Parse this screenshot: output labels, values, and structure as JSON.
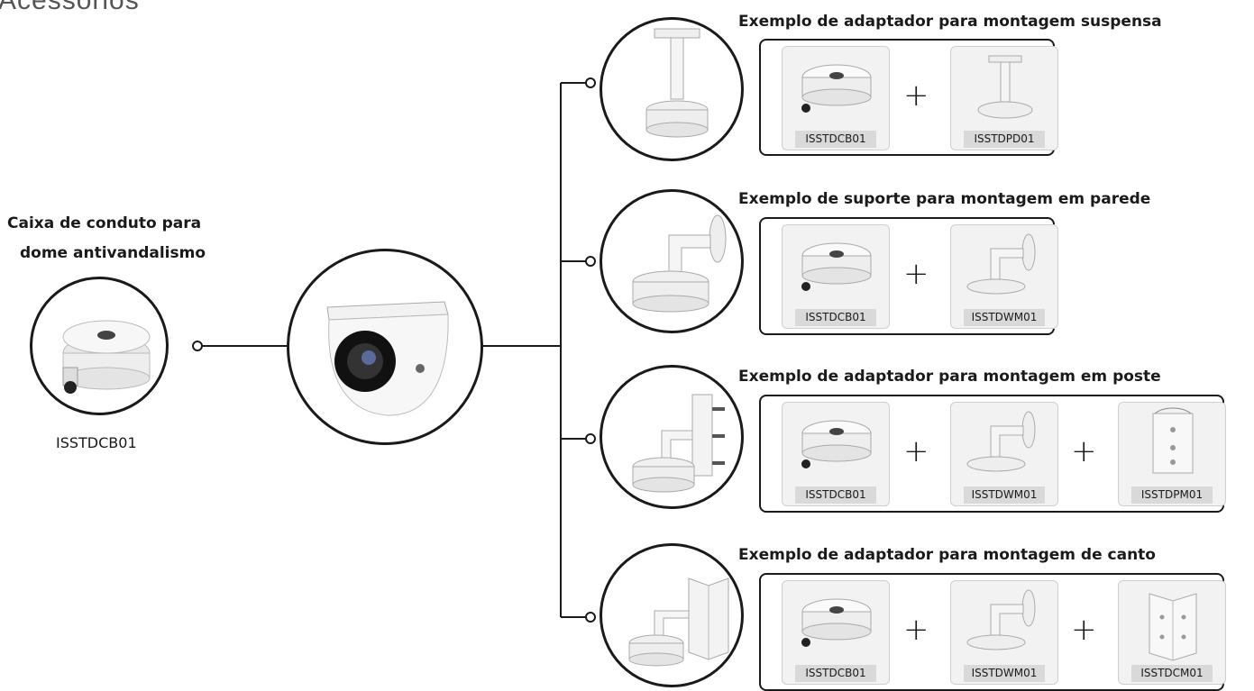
{
  "title": "Acessórios",
  "left_caption": [
    "Caixa de conduto para",
    "dome antivandalismo"
  ],
  "left_code": "ISSTDCB01",
  "plus": "+",
  "rows": [
    {
      "caption": "Exemplo de adaptador para montagem suspensa",
      "codes": [
        "ISSTDCB01",
        "ISSTDPD01"
      ]
    },
    {
      "caption": "Exemplo de suporte para montagem em parede",
      "codes": [
        "ISSTDCB01",
        "ISSTDWM01"
      ]
    },
    {
      "caption": "Exemplo de adaptador para montagem em poste",
      "codes": [
        "ISSTDCB01",
        "ISSTDWM01",
        "ISSTDPM01"
      ]
    },
    {
      "caption": "Exemplo de adaptador para montagem de canto",
      "codes": [
        "ISSTDCB01",
        "ISSTDWM01",
        "ISSTDCM01"
      ]
    }
  ]
}
